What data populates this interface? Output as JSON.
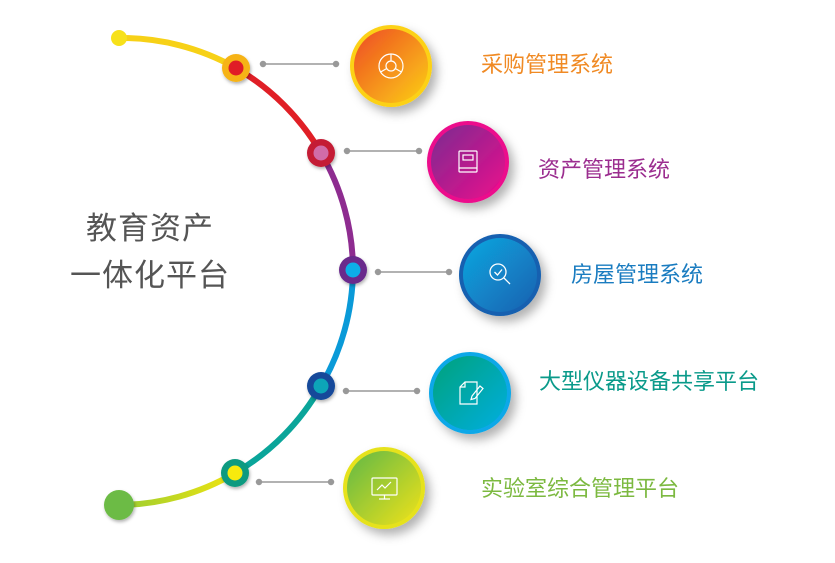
{
  "title": {
    "line1": "教育资产",
    "line2": "一体化平台"
  },
  "systems": [
    {
      "label": "采购管理系统",
      "icon": "pie-chart-icon",
      "color": "#f08a24"
    },
    {
      "label": "资产管理系统",
      "icon": "book-icon",
      "color": "#9b2d8f"
    },
    {
      "label": "房屋管理系统",
      "icon": "search-check-icon",
      "color": "#1a7cc0"
    },
    {
      "label": "大型仪器设备共享平台",
      "icon": "edit-document-icon",
      "color": "#0a9a8a"
    },
    {
      "label": "实验室综合管理平台",
      "icon": "monitor-chart-icon",
      "color": "#7cb940"
    }
  ]
}
